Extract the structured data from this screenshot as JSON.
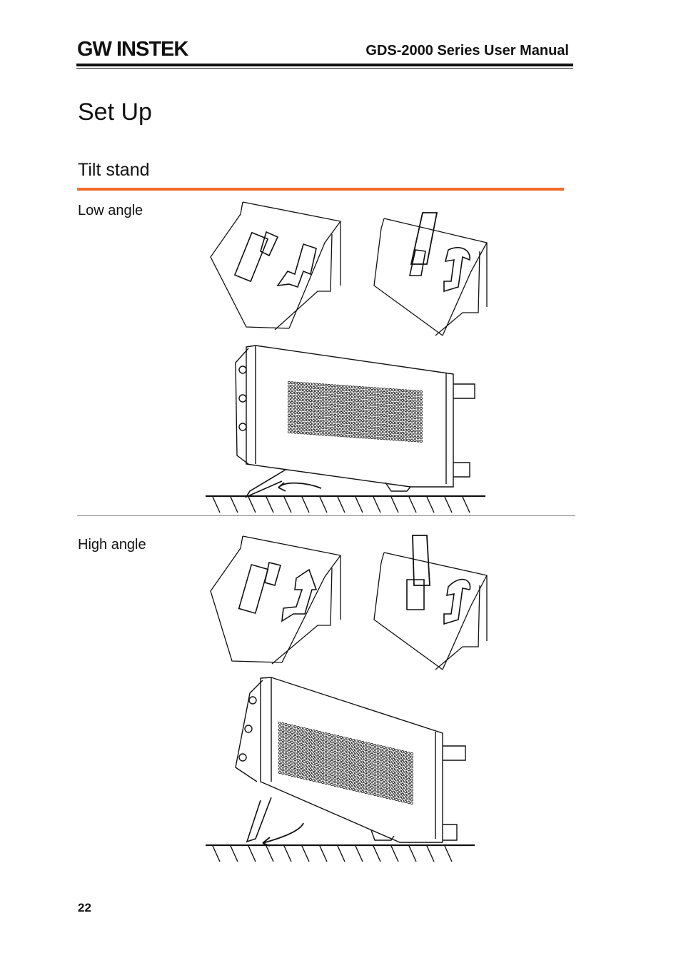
{
  "header": {
    "logo_text": "GW INSTEK",
    "doc_title": "GDS-2000 Series User Manual"
  },
  "page": {
    "heading": "Set Up",
    "section_title": "Tilt stand",
    "number": "22"
  },
  "items": [
    {
      "label": "Low angle"
    },
    {
      "label": "High angle"
    }
  ],
  "colors": {
    "accent": "#f36a2a",
    "rule": "#111111"
  }
}
